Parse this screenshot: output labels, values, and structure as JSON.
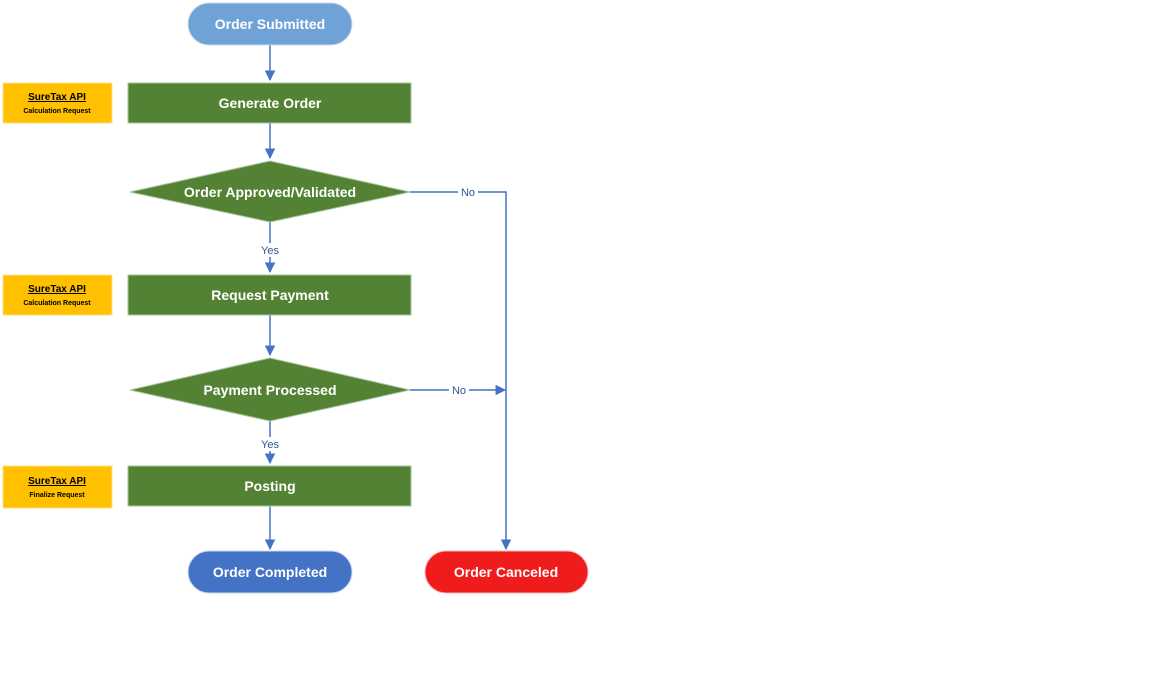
{
  "colors": {
    "start_terminal": "#6fa3d8",
    "end_completed": "#4472c4",
    "end_canceled": "#f01c1c",
    "process": "#548235",
    "decision": "#548235",
    "api_box": "#ffc000",
    "connector": "#4472c4"
  },
  "nodes": {
    "order_submitted": "Order Submitted",
    "generate_order": "Generate Order",
    "order_approved": "Order Approved/Validated",
    "request_payment": "Request Payment",
    "payment_processed": "Payment Processed",
    "posting": "Posting",
    "order_completed": "Order Completed",
    "order_canceled": "Order Canceled"
  },
  "api_boxes": {
    "generate_order": {
      "title": "SureTax API",
      "subtitle": "Calculation Request"
    },
    "request_payment": {
      "title": "SureTax API",
      "subtitle": "Calculation Request"
    },
    "posting": {
      "title": "SureTax API",
      "subtitle": "Finalize Request"
    }
  },
  "edge_labels": {
    "approved_no": "No",
    "approved_yes": "Yes",
    "payment_no": "No",
    "payment_yes": "Yes"
  }
}
